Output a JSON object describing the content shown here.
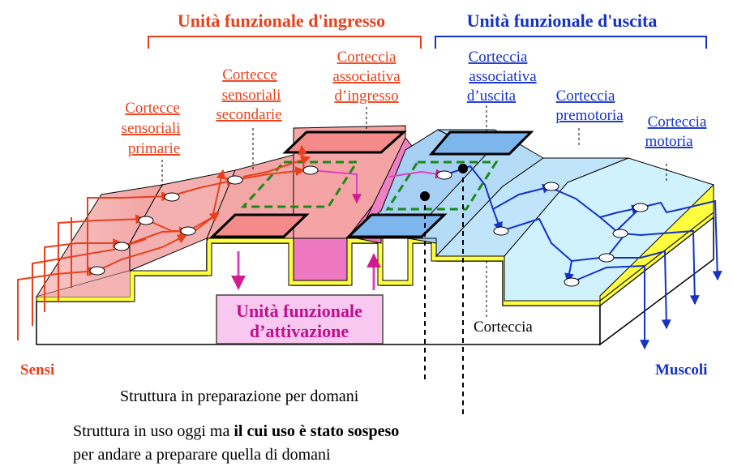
{
  "headings": {
    "input_unit": "Unità funzionale d'ingresso",
    "output_unit": "Unità funzionale d'uscita",
    "activation_unit_line1": "Unità funzionale",
    "activation_unit_line2": "d’attivazione"
  },
  "areas": {
    "primary_sensory": [
      "Cortecce",
      "sensoriali",
      "primarie"
    ],
    "secondary_sensory": [
      "Cortecce",
      "sensoriali",
      "secondarie"
    ],
    "input_associative": [
      "Corteccia",
      "associativa",
      "d’ingresso"
    ],
    "output_associative": [
      "Corteccia",
      "associativa",
      "d’uscita"
    ],
    "premotor": [
      "Corteccia",
      "premotoria"
    ],
    "motor": [
      "Corteccia",
      "motoria"
    ]
  },
  "labels": {
    "cortex": "Corteccia",
    "senses": "Sensi",
    "muscles": "Muscoli"
  },
  "notes": {
    "preparation": "Struttura in preparazione per domani",
    "in_use_prefix": "Struttura in uso oggi ma ",
    "in_use_bold": "il cui uso è stato sospeso",
    "in_use_line2": "per andare a preparare quella di domani"
  },
  "colors": {
    "input": "#e8401c",
    "output": "#1432c8",
    "activation": "#d01c8c",
    "pink_surface": "#f4b4b4",
    "blue_surface": "#c4e4f8",
    "yellow_layer": "#ffff40",
    "green_dashed": "#1a8a1a"
  }
}
